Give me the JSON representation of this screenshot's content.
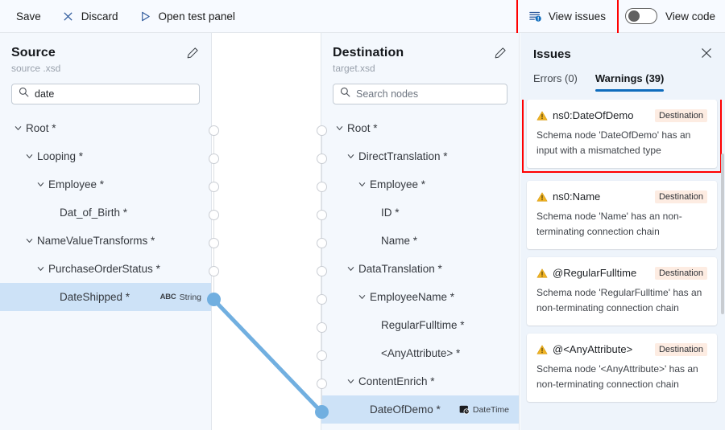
{
  "toolbar": {
    "save_label": "Save",
    "discard_label": "Discard",
    "discard_icon": "close-x-icon",
    "test_panel_label": "Open test panel",
    "test_panel_icon": "play-triangle-icon",
    "view_issues_label": "View issues",
    "view_issues_icon": "issues-list-icon",
    "view_code_label": "View code",
    "view_code_toggle_state": "off",
    "highlight_color": "#ff0000"
  },
  "source": {
    "title": "Source",
    "subtitle": "source .xsd",
    "edit_icon": "pencil-icon",
    "search": {
      "value": "date",
      "placeholder": "Search nodes",
      "icon": "search-icon"
    },
    "nodes": [
      {
        "label": "Root *",
        "indent": 0,
        "expandable": true,
        "selected": false,
        "type": ""
      },
      {
        "label": "Looping *",
        "indent": 1,
        "expandable": true,
        "selected": false,
        "type": ""
      },
      {
        "label": "Employee *",
        "indent": 2,
        "expandable": true,
        "selected": false,
        "type": ""
      },
      {
        "label": "Dat_of_Birth *",
        "indent": 3,
        "expandable": false,
        "selected": false,
        "type": ""
      },
      {
        "label": "NameValueTransforms *",
        "indent": 1,
        "expandable": true,
        "selected": false,
        "type": ""
      },
      {
        "label": "PurchaseOrderStatus *",
        "indent": 2,
        "expandable": true,
        "selected": false,
        "type": ""
      },
      {
        "label": "DateShipped *",
        "indent": 3,
        "expandable": false,
        "selected": true,
        "type": "String",
        "type_icon": "abc-string-icon"
      }
    ]
  },
  "destination": {
    "title": "Destination",
    "subtitle": "target.xsd",
    "edit_icon": "pencil-icon",
    "search": {
      "value": "",
      "placeholder": "Search nodes",
      "icon": "search-icon"
    },
    "nodes": [
      {
        "label": "Root *",
        "indent": 0,
        "expandable": true,
        "selected": false,
        "type": ""
      },
      {
        "label": "DirectTranslation *",
        "indent": 1,
        "expandable": true,
        "selected": false,
        "type": ""
      },
      {
        "label": "Employee *",
        "indent": 2,
        "expandable": true,
        "selected": false,
        "type": ""
      },
      {
        "label": "ID *",
        "indent": 3,
        "expandable": false,
        "selected": false,
        "type": ""
      },
      {
        "label": "Name *",
        "indent": 3,
        "expandable": false,
        "selected": false,
        "type": ""
      },
      {
        "label": "DataTranslation *",
        "indent": 1,
        "expandable": true,
        "selected": false,
        "type": ""
      },
      {
        "label": "EmployeeName *",
        "indent": 2,
        "expandable": true,
        "selected": false,
        "type": ""
      },
      {
        "label": "RegularFulltime *",
        "indent": 3,
        "expandable": false,
        "selected": false,
        "type": ""
      },
      {
        "label": "<AnyAttribute> *",
        "indent": 3,
        "expandable": false,
        "selected": false,
        "type": ""
      },
      {
        "label": "ContentEnrich *",
        "indent": 1,
        "expandable": true,
        "selected": false,
        "type": ""
      },
      {
        "label": "DateOfDemo *",
        "indent": 2,
        "expandable": false,
        "selected": true,
        "type": "DateTime",
        "type_icon": "datetime-icon"
      }
    ]
  },
  "connection": {
    "from_node": "DateShipped *",
    "to_node": "DateOfDemo *",
    "color": "#71afe0"
  },
  "issues": {
    "title": "Issues",
    "close_icon": "close-x-icon",
    "tabs": [
      {
        "label": "Errors (0)",
        "active": false
      },
      {
        "label": "Warnings (39)",
        "active": true
      }
    ],
    "accent_color": "#0f6cbd",
    "items": [
      {
        "name": "ns0:DateOfDemo",
        "scope": "Destination",
        "description": "Schema node 'DateOfDemo' has an input with a mismatched type",
        "icon": "warning-triangle-icon",
        "highlighted": true
      },
      {
        "name": "ns0:Name",
        "scope": "Destination",
        "description": "Schema node 'Name' has an non-terminating connection chain",
        "icon": "warning-triangle-icon",
        "highlighted": false
      },
      {
        "name": "@RegularFulltime",
        "scope": "Destination",
        "description": "Schema node 'RegularFulltime' has an non-terminating connection chain",
        "icon": "warning-triangle-icon",
        "highlighted": false
      },
      {
        "name": "@<AnyAttribute>",
        "scope": "Destination",
        "description": "Schema node '<AnyAttribute>' has an non-terminating connection chain",
        "icon": "warning-triangle-icon",
        "highlighted": false
      }
    ]
  }
}
